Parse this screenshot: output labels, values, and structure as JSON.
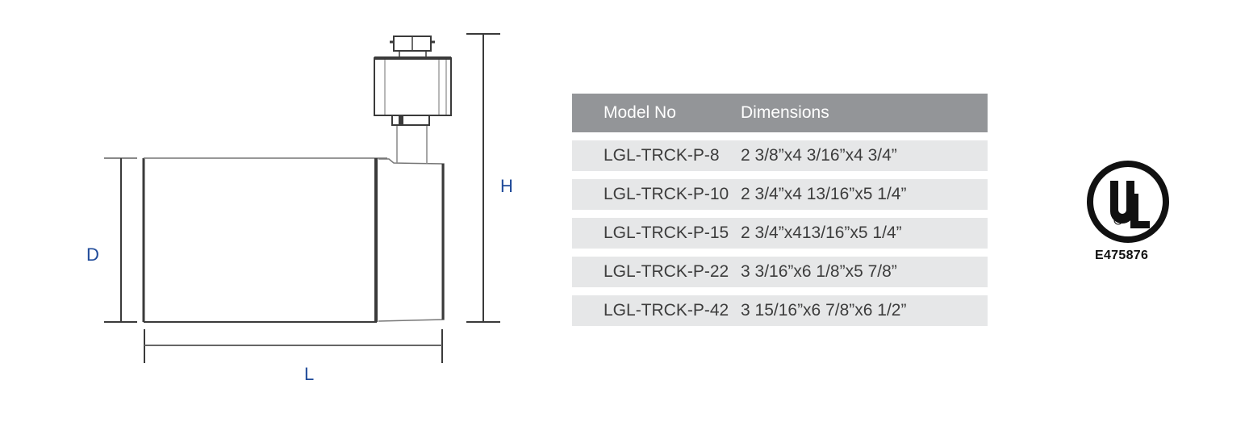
{
  "drawing": {
    "labels": {
      "depth": "D",
      "length": "L",
      "height": "H"
    }
  },
  "table": {
    "headers": {
      "model": "Model No",
      "dimensions": "Dimensions"
    },
    "rows": [
      {
        "model": "LGL-TRCK-P-8",
        "dimensions": "2 3/8”x4 3/16”x4 3/4”"
      },
      {
        "model": "LGL-TRCK-P-10",
        "dimensions": "2 3/4”x4 13/16”x5 1/4”"
      },
      {
        "model": "LGL-TRCK-P-15",
        "dimensions": "2 3/4”x413/16”x5 1/4”"
      },
      {
        "model": "LGL-TRCK-P-22",
        "dimensions": "3 3/16”x6 1/8”x5 7/8”"
      },
      {
        "model": "LGL-TRCK-P-42",
        "dimensions": "3 15/16”x6 7/8”x6 1/2”"
      }
    ],
    "header_color": "#939598",
    "row_color": "#e6e7e8"
  },
  "certification": {
    "mark": "UL",
    "registered": "®",
    "file_number": "E475876"
  },
  "colors": {
    "label_blue": "#1f4a99",
    "line": "#3a3a3a"
  }
}
